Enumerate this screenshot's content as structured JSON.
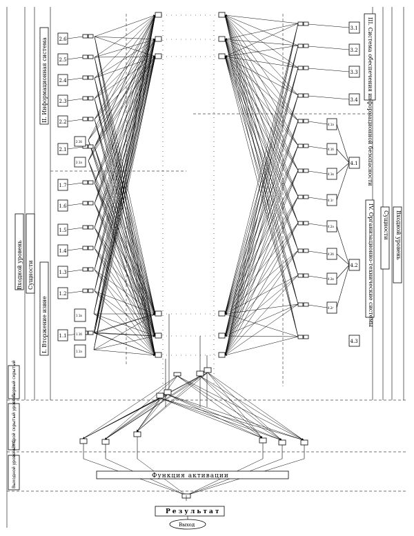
{
  "zones": {
    "input_level": "Входной уровень",
    "entities": "Сущности",
    "first_hidden": "Первый скрытый",
    "second_hidden": "Второй скрытый уровень",
    "output_level": "Выходной уровень НС"
  },
  "groups": {
    "g1": "I. Вторжение извне",
    "g2": "II. Информационная система",
    "g3": "III. Система обеспечения информационной безопасности",
    "g4": "IV. Организационно-технические системы"
  },
  "left_nodes": [
    "2.6",
    "2.5",
    "2.4",
    "2.3",
    "2.2",
    "2.1",
    "1.7",
    "1.6",
    "1.5",
    "1.4",
    "1.3",
    "1.2",
    "1.1"
  ],
  "right_nodes": [
    "3.1",
    "3.2",
    "3.3",
    "3.4",
    "4.1",
    "4.2",
    "4.3"
  ],
  "right_sub": [
    "4.1а",
    "4.1б",
    "4.1в",
    "4.1г",
    "4.2а",
    "4.2б",
    "4.2в",
    "4.2г"
  ],
  "sub_21": [
    "2.1б",
    "2.1а"
  ],
  "sub_11": [
    "1.1в",
    "1.1б",
    "1.1а"
  ],
  "activation": "Функция активации",
  "result": "Результат",
  "exit": "Выход"
}
